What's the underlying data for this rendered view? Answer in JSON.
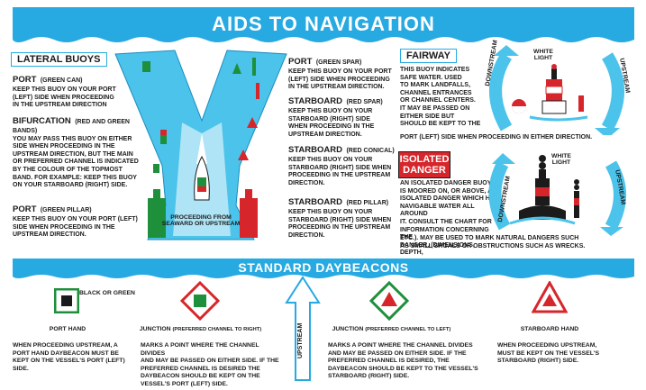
{
  "title": "AIDS TO NAVIGATION",
  "lateral": {
    "heading": "LATERAL BUOYS",
    "port_can_title": "PORT",
    "port_can_sub": "(GREEN CAN)",
    "port_can_text": [
      "KEEP THIS BUOY ON YOUR PORT",
      "(LEFT) SIDE WHEN PROCEEDING",
      "IN THE UPSTREAM DIRECTION"
    ],
    "bifurcation_title": "BIFURCATION",
    "bifurcation_sub": "(RED AND GREEN",
    "bifurcation_sub2": "BANDS)",
    "bifurcation_text": [
      "YOU MAY PASS THIS BUOY ON EITHER",
      "SIDE WHEN PROCEEDING IN THE",
      "UPSTREAM DIRECTION, BUT THE MAIN",
      "OR PREFERRED CHANNEL IS INDICATED",
      "BY THE COLOUR OF THE TOPMOST",
      "BAND. FOR EXAMPLE: KEEP THIS BUOY",
      "ON YOUR STARBOARD (RIGHT) SIDE."
    ],
    "port_pillar_title": "PORT",
    "port_pillar_sub": "(GREEN PILLAR)",
    "port_pillar_text": [
      "KEEP THIS BUOY ON YOUR PORT (LEFT)",
      "SIDE WHEN PROCEEDING IN THE",
      "UPSTREAM DIRECTION."
    ]
  },
  "channel_caption": [
    "PROCEEDING FROM",
    "SEAWARD OR UPSTREAM"
  ],
  "middle": {
    "port_spar_title": "PORT",
    "port_spar_sub": "(GREEN SPAR)",
    "port_spar_text": [
      "KEEP THIS BUOY ON YOUR PORT",
      "(LEFT) SIDE WHEN PROCEEDING",
      "IN THE UPSTREAM DIRECTION."
    ],
    "stbd_spar_title": "STARBOARD",
    "stbd_spar_sub": "(RED SPAR)",
    "stbd_spar_text": [
      "KEEP THIS BUOY ON YOUR",
      "STARBOARD (RIGHT) SIDE",
      "WHEN PROCEEDING IN THE",
      "UPSTREAM DIRECTION."
    ],
    "stbd_conical_title": "STARBOARD",
    "stbd_conical_sub": "(RED CONICAL)",
    "stbd_conical_text": [
      "KEEP THIS BUOY ON YOUR",
      "STARBOARD (RIGHT) SIDE WHEN",
      "PROCEEDING IN THE UPSTREAM",
      "DIRECTION."
    ],
    "stbd_pillar_title": "STARBOARD",
    "stbd_pillar_sub": "(RED PILLAR)",
    "stbd_pillar_text": [
      "KEEP THIS BUOY ON YOUR",
      "STARBOARD (RIGHT) SIDE WHEN",
      "PROCEEDING IN THE UPSTREAM",
      "DIRECTION."
    ]
  },
  "fairway": {
    "heading": "FAIRWAY",
    "text": [
      "THIS BUOY INDICATES",
      "SAFE WATER. USED",
      "TO MARK LANDFALLS,",
      "CHANNEL ENTRANCES",
      "OR CHANNEL CENTERS.",
      "IT MAY BE PASSED ON",
      "EITHER SIDE BUT",
      "SHOULD BE KEPT TO THE"
    ],
    "text_last": "PORT (LEFT) SIDE WHEN PROCEEDING IN EITHER DIRECTION.",
    "downstream": "DOWNSTREAM",
    "upstream": "UPSTREAM",
    "light": [
      "WHITE",
      "LIGHT"
    ]
  },
  "isolated": {
    "heading": [
      "ISOLATED",
      "DANGER"
    ],
    "text": [
      "AN ISOLATED DANGER BUOY",
      "IS MOORED ON, OR ABOVE, AN",
      "ISOLATED DANGER WHICH HAS",
      "NAVIGABLE WATER ALL AROUND",
      "IT. CONSULT THE CHART FOR",
      "INFORMATION CONCERNING THE",
      "DANGER, (DIMENSIONS, DEPTH,"
    ],
    "text_last": [
      "ETC.). MAY BE USED TO MARK NATURAL DANGERS SUCH",
      "AS SMALL SHOALS OR OBSTRUCTIONS SUCH AS WRECKS."
    ],
    "downstream": "DOWNSTREAM",
    "upstream": "UPSTREAM",
    "light": [
      "WHITE",
      "LIGHT"
    ]
  },
  "daybeacons": {
    "heading": "STANDARD DAYBEACONS",
    "black_or_green": "BLACK OR GREEN",
    "port_hand": "PORT HAND",
    "port_hand_text": [
      "WHEN PROCEEDING UPSTREAM, A",
      "PORT HAND DAYBEACON MUST BE",
      "KEPT ON THE VESSEL'S PORT (LEFT)",
      "SIDE."
    ],
    "junction_right_title": "JUNCTION",
    "junction_right_sub": "(PREFERRED CHANNEL TO RIGHT)",
    "junction_right_text": [
      "MARKS A POINT WHERE THE CHANNEL DIVIDES",
      "AND MAY BE PASSED ON EITHER SIDE. IF THE",
      "PREFERRED CHANNEL IS DESIRED THE",
      "DAYBEACON SHOULD BE KEPT ON THE",
      "VESSEL'S PORT (LEFT) SIDE."
    ],
    "upstream": "UPSTREAM",
    "junction_left_title": "JUNCTION",
    "junction_left_sub": "(PREFERRED CHANNEL TO LEFT)",
    "junction_left_text": [
      "MARKS A POINT WHERE THE CHANNEL DIVIDES",
      "AND MAY BE PASSED ON EITHER SIDE. IF THE",
      "PREFERRED CHANNEL IS DESIRED, THE",
      "DAYBEACON SHOULD BE KEPT TO THE VESSEL'S",
      "STARBOARD (RIGHT) SIDE."
    ],
    "starboard_hand": "STARBOARD HAND",
    "starboard_hand_text": [
      "WHEN PROCEEDING UPSTREAM,",
      "MUST BE KEPT ON THE VESSEL'S",
      "STARBOARD (RIGHT) SIDE."
    ]
  },
  "colors": {
    "blue": "#27a9e1",
    "light_blue": "#4cc3ea",
    "red": "#d7262b",
    "green": "#1e8f3a",
    "black": "#1b1b1b"
  }
}
